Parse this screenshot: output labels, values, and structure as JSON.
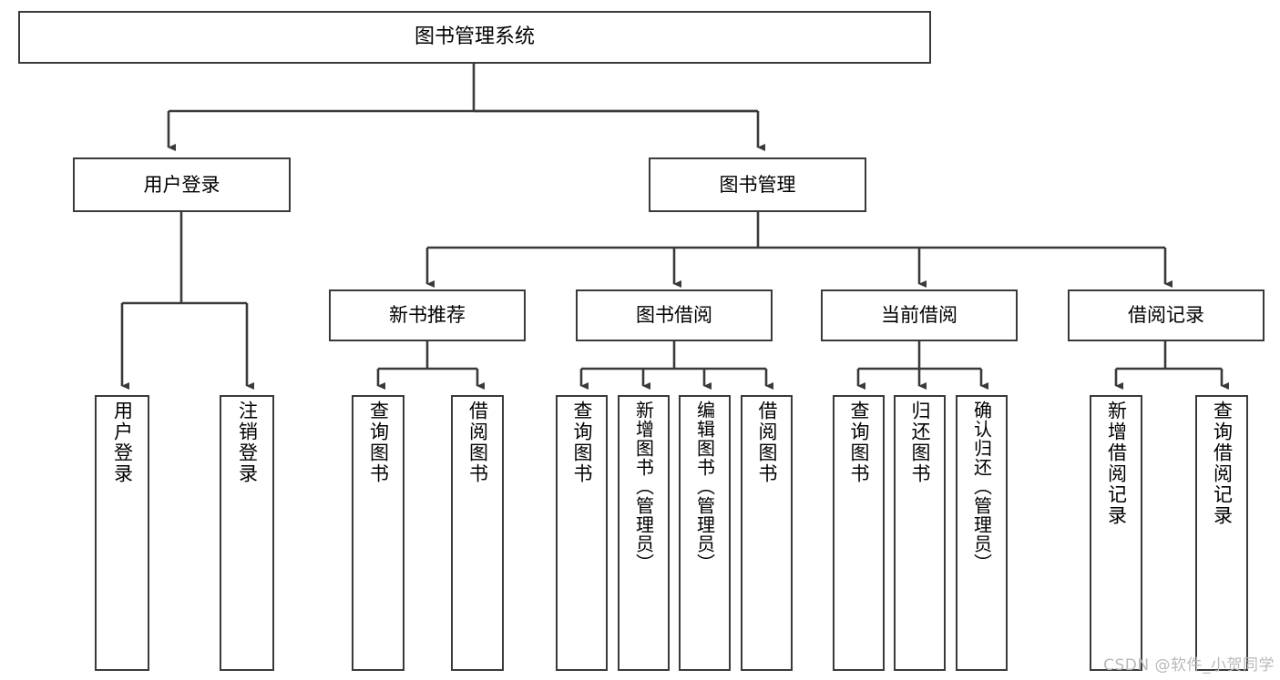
{
  "diagram": {
    "title": "图书管理系统",
    "type": "tree",
    "orientation": "top-down",
    "line_color": "#3a3a3a",
    "box_fill": "#ffffff",
    "text_color": "#000000",
    "nodes": {
      "root": {
        "label": "图书管理系统"
      },
      "level1": [
        {
          "id": "user-login",
          "label": "用户登录"
        },
        {
          "id": "book-manage",
          "label": "图书管理"
        }
      ],
      "level2": [
        {
          "id": "new-book-recommend",
          "label": "新书推荐"
        },
        {
          "id": "book-borrow",
          "label": "图书借阅"
        },
        {
          "id": "current-borrow",
          "label": "当前借阅"
        },
        {
          "id": "borrow-record",
          "label": "借阅记录"
        }
      ],
      "leaves": {
        "user-login": [
          {
            "id": "leaf-user-login",
            "label": "用户登录"
          },
          {
            "id": "leaf-logout",
            "label": "注销登录"
          }
        ],
        "new-book-recommend": [
          {
            "id": "leaf-query-book-1",
            "label": "查询图书"
          },
          {
            "id": "leaf-borrow-book-1",
            "label": "借阅图书"
          }
        ],
        "book-borrow": [
          {
            "id": "leaf-query-book-2",
            "label": "查询图书"
          },
          {
            "id": "leaf-add-book",
            "label": "新增图书（管理员）"
          },
          {
            "id": "leaf-edit-book",
            "label": "编辑图书（管理员）"
          },
          {
            "id": "leaf-borrow-book-2",
            "label": "借阅图书"
          }
        ],
        "current-borrow": [
          {
            "id": "leaf-query-book-3",
            "label": "查询图书"
          },
          {
            "id": "leaf-return-book",
            "label": "归还图书"
          },
          {
            "id": "leaf-confirm-return",
            "label": "确认归还（管理员）"
          }
        ],
        "borrow-record": [
          {
            "id": "leaf-add-record",
            "label": "新增借阅记录"
          },
          {
            "id": "leaf-query-record",
            "label": "查询借阅记录"
          }
        ]
      }
    }
  },
  "watermark": {
    "text": "CSDN @软件_小贺同学"
  }
}
